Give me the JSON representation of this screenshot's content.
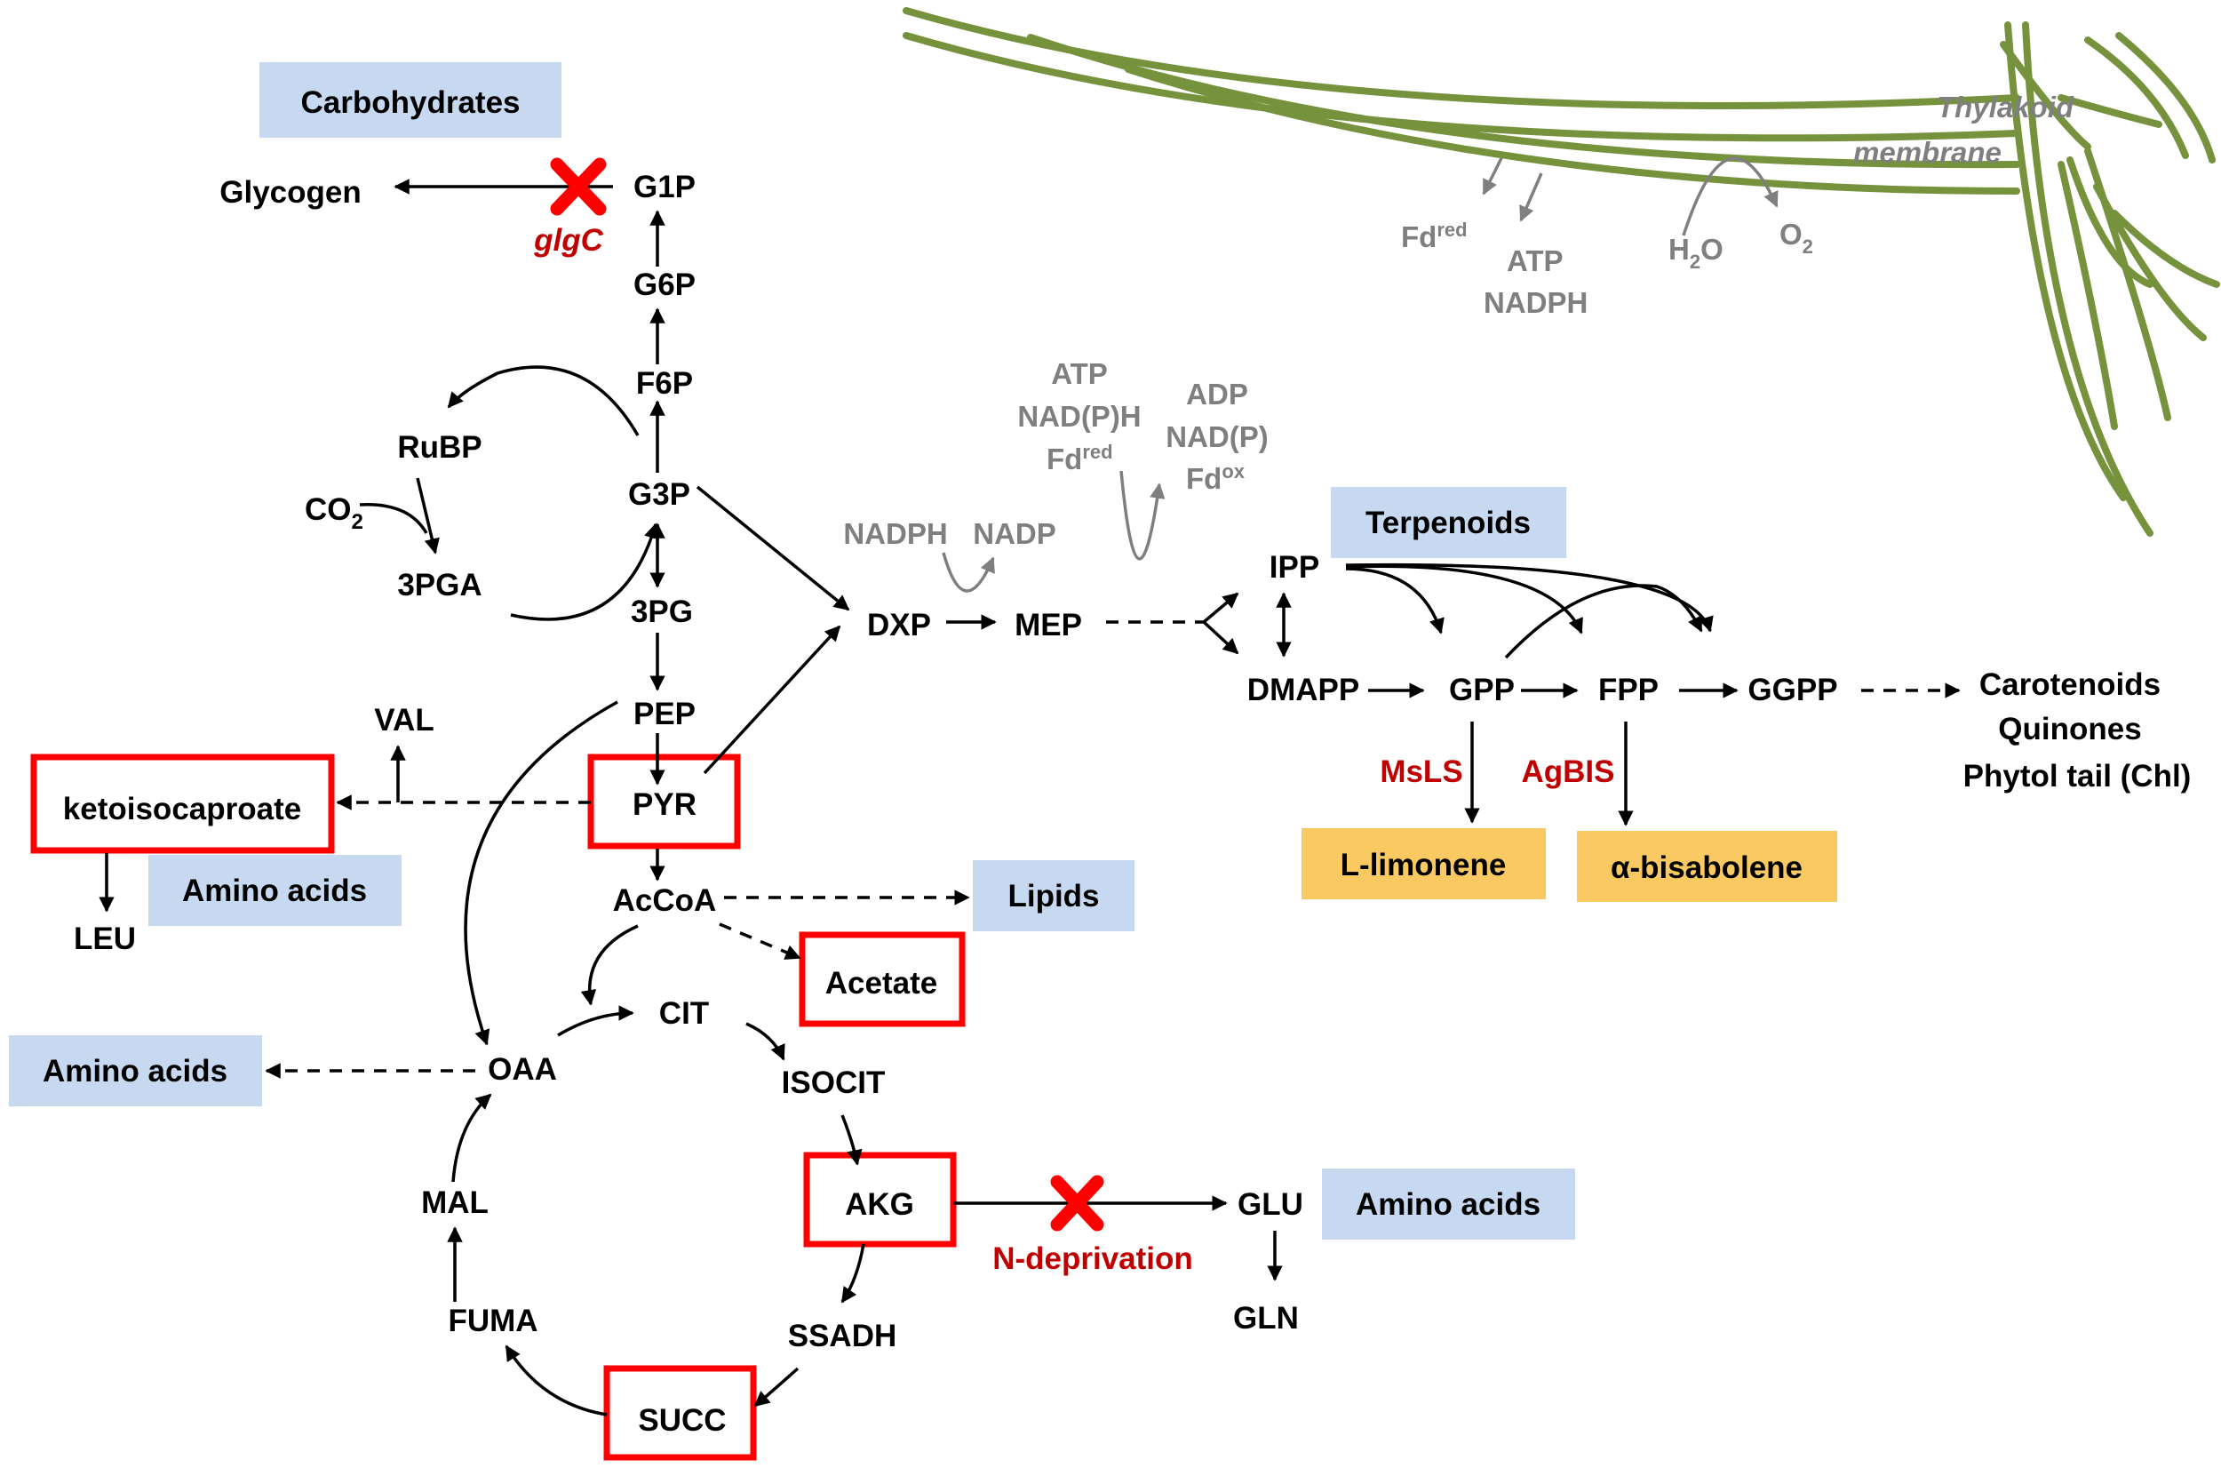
{
  "colors": {
    "metabolite": "#000000",
    "cofactor": "#7f7f7f",
    "gene": "#c00000",
    "knockout": "#ff0000",
    "highlight_box": "#ff0000",
    "category_box": "#c6d9f1",
    "product_box": "#fac961",
    "membrane": "#76923c"
  },
  "categories": {
    "carbohydrates": "Carbohydrates",
    "terpenoids": "Terpenoids",
    "lipids": "Lipids",
    "amino_acids_left": "Amino acids",
    "amino_acids_oaa": "Amino acids",
    "amino_acids_glu": "Amino acids"
  },
  "metabolites": {
    "glycogen": "Glycogen",
    "g1p": "G1P",
    "g6p": "G6P",
    "f6p": "F6P",
    "rubp": "RuBP",
    "g3p": "G3P",
    "co2": "CO",
    "co2_sub": "2",
    "pga3": "3PGA",
    "pg3": "3PG",
    "pep": "PEP",
    "pyr": "PYR",
    "val": "VAL",
    "ketoisocaproate": "ketoisocaproate",
    "leu": "LEU",
    "accoa": "AcCoA",
    "acetate": "Acetate",
    "cit": "CIT",
    "oaa": "OAA",
    "isocit": "ISOCIT",
    "akg": "AKG",
    "glu": "GLU",
    "gln": "GLN",
    "mal": "MAL",
    "fuma": "FUMA",
    "ssadh": "SSADH",
    "succ": "SUCC",
    "dxp": "DXP",
    "mep": "MEP",
    "ipp": "IPP",
    "dmapp": "DMAPP",
    "gpp": "GPP",
    "fpp": "FPP",
    "ggpp": "GGPP",
    "carotenoids": "Carotenoids",
    "quinones": "Quinones",
    "phytol": "Phytol tail (Chl)"
  },
  "products": {
    "limonene": "L-limonene",
    "bisabolene": "α-bisabolene"
  },
  "genes": {
    "glgc": "glgC",
    "msls": "MsLS",
    "agbis": "AgBIS",
    "n_deprivation": "N-deprivation"
  },
  "cofactors": {
    "nadph_dxp": "NADPH",
    "nadp_dxp": "NADP",
    "atp_in": "ATP",
    "nadph_in": "NAD(P)H",
    "fd_in": "Fd",
    "fd_in_sup": "red",
    "adp_out": "ADP",
    "nadp_out": "NAD(P)",
    "fd_out": "Fd",
    "fd_out_sup": "ox",
    "fd_thyl": "Fd",
    "fd_thyl_sup": "red",
    "atp_thyl": "ATP",
    "nadph_thyl": "NADPH",
    "h2o": "H",
    "h2o_sub": "2",
    "h2o_tail": "O",
    "o2": "O",
    "o2_sub": "2"
  },
  "membrane": {
    "label_line1": "Thylakoid",
    "label_line2": "membrane"
  }
}
